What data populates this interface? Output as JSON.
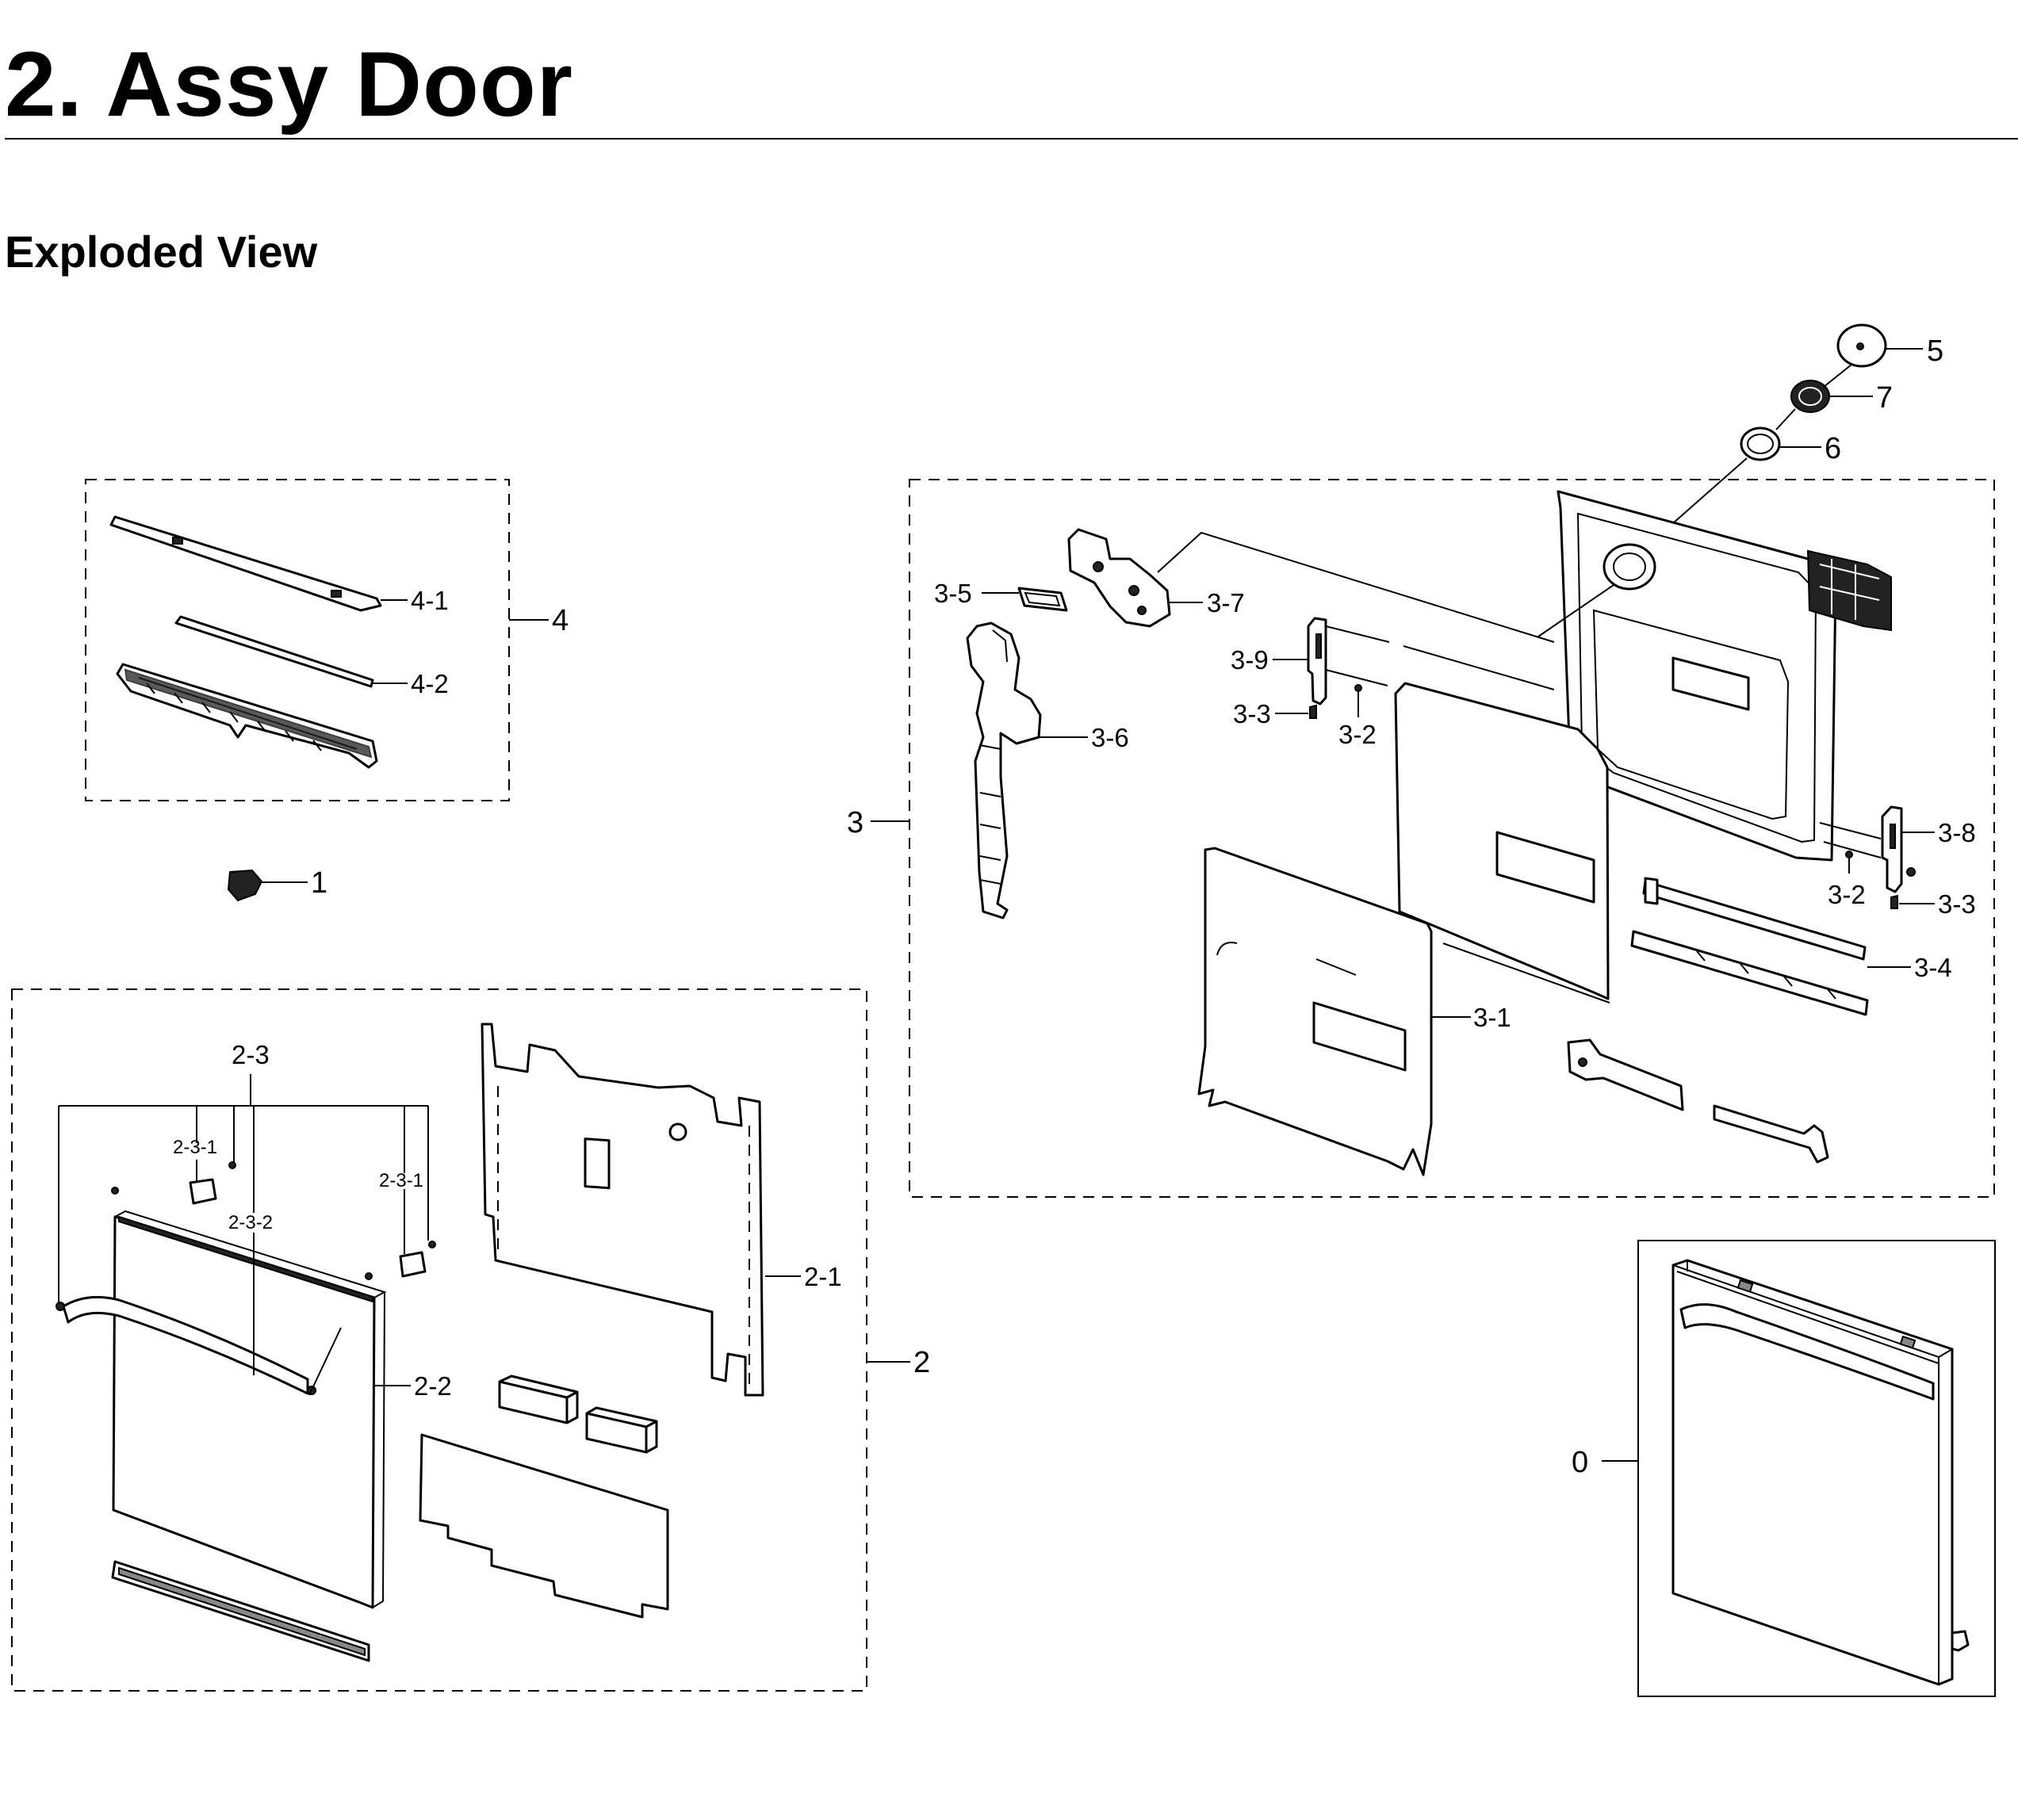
{
  "page": {
    "title": "2.  Assy Door",
    "section_heading": "Exploded View"
  },
  "callouts": {
    "c0": "0",
    "c1": "1",
    "c2": "2",
    "c2_1": "2-1",
    "c2_2": "2-2",
    "c2_3": "2-3",
    "c2_3_1_left": "2-3-1",
    "c2_3_1_right": "2-3-1",
    "c2_3_2": "2-3-2",
    "c3": "3",
    "c3_1": "3-1",
    "c3_2_left": "3-2",
    "c3_2_right": "3-2",
    "c3_3_left": "3-3",
    "c3_3_right": "3-3",
    "c3_4": "3-4",
    "c3_5": "3-5",
    "c3_6": "3-6",
    "c3_7": "3-7",
    "c3_8": "3-8",
    "c3_9": "3-9",
    "c4": "4",
    "c4_1": "4-1",
    "c4_2": "4-2",
    "c5": "5",
    "c6": "6",
    "c7": "7"
  }
}
